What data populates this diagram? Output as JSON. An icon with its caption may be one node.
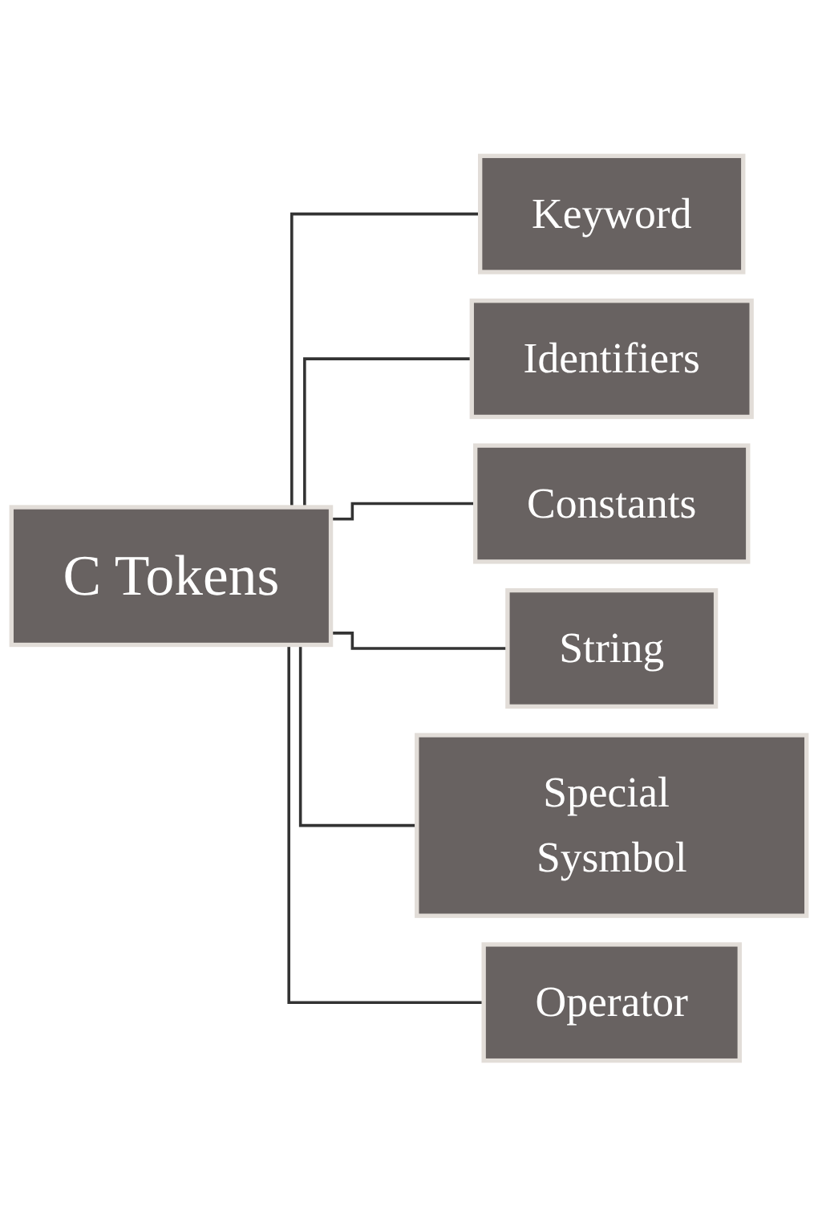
{
  "diagram": {
    "nodes": [
      {
        "text": [
          "C Tokens"
        ]
      },
      {
        "text": [
          "Keyword"
        ]
      },
      {
        "text": [
          "Identifiers"
        ]
      },
      {
        "text": [
          "Constants"
        ]
      },
      {
        "text": [
          "String"
        ]
      },
      {
        "text": [
          "Special Sysmbol"
        ]
      },
      {
        "text": [
          "Operator"
        ]
      }
    ],
    "edges": [
      {
        "from": 0,
        "to": 1,
        "arrow": "none"
      },
      {
        "from": 0,
        "to": 2,
        "arrow": "none"
      },
      {
        "from": 0,
        "to": 3,
        "arrow": "none"
      },
      {
        "from": 0,
        "to": 4,
        "arrow": "none"
      },
      {
        "from": 0,
        "to": 5,
        "arrow": "none"
      },
      {
        "from": 0,
        "to": 6,
        "arrow": "none"
      }
    ]
  }
}
